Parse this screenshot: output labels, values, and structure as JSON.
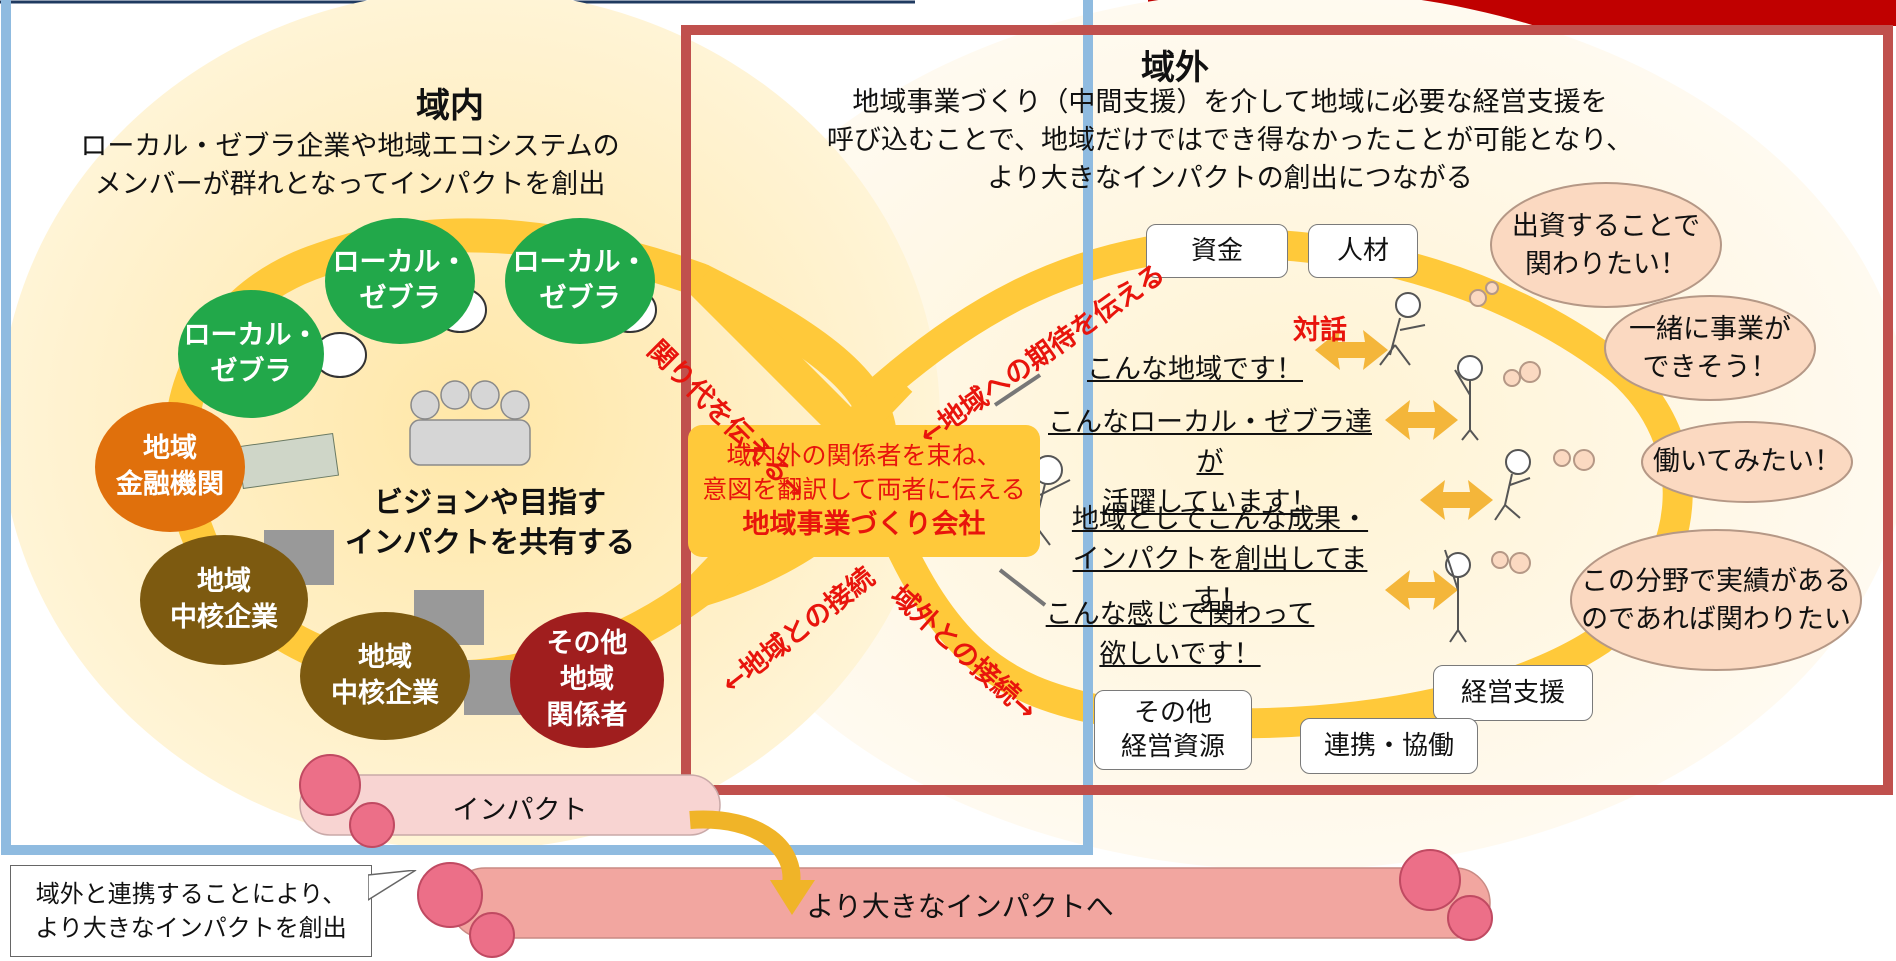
{
  "inner": {
    "title": "域内",
    "description_lines": [
      "ローカル・ゼブラ企業や地域エコシステムの",
      "メンバーが群れとなってインパクトを創出"
    ],
    "entities": [
      {
        "label": "ローカル・\nゼブラ",
        "color": "#22a84a"
      },
      {
        "label": "ローカル・\nゼブラ",
        "color": "#22a84a"
      },
      {
        "label": "ローカル・\nゼブラ",
        "color": "#22a84a"
      },
      {
        "label": "地域\n金融機関",
        "color": "#e0700c"
      },
      {
        "label": "地域\n中核企業",
        "color": "#7d5a10"
      },
      {
        "label": "地域\n中核企業",
        "color": "#7d5a10"
      },
      {
        "label": "その他\n地域\n関係者",
        "color": "#a01e1e"
      }
    ],
    "vision_lines": [
      "ビジョンや目指す",
      "インパクトを共有する"
    ],
    "impact_label": "インパクト"
  },
  "outer": {
    "title": "域外",
    "description_lines": [
      "地域事業づくり（中間支援）を介して地域に必要な経営支援を",
      "呼び込むことで、地域だけではでき得なかったことが可能となり、",
      "より大きなインパクトの創出につながる"
    ],
    "resources": [
      "資金",
      "人材",
      "経営支援",
      "その他\n経営資源",
      "連携・協働"
    ],
    "dialogue_label": "対話",
    "messages": [
      "こんな地域です！",
      "こんなローカル・ゼブラ達が\n活躍しています！",
      "地域としてこんな成果・\nインパクトを創出してます！",
      "こんな感じで関わって\n欲しいです！"
    ],
    "thoughts": [
      "出資することで\n関わりたい！",
      "一緒に事業が\nできそう！",
      "働いてみたい！",
      "この分野で実績がある\nのであれば関わりたい"
    ]
  },
  "center": {
    "line1": "域内外の関係者を束ね、",
    "line2": "意図を翻訳して両者に伝える",
    "name": "地域事業づくり会社"
  },
  "arrow_labels": {
    "kakawari": "関り代を伝える→",
    "kitai": "←地域への期待を伝える",
    "chiiki_setsuzoku": "←地域との接続",
    "ikigai_setsuzoku": "域外との接続→"
  },
  "callout": [
    "域外と連携することにより、",
    "より大きなインパクトを創出"
  ],
  "bigger_impact_label": "より大きなインパクトへ",
  "colors": {
    "inner_border": "#8fbbe0",
    "outer_border": "#c0504d",
    "top_bar": "#c00000",
    "ring": "#ffc93a",
    "label_red": "#e8140c"
  }
}
